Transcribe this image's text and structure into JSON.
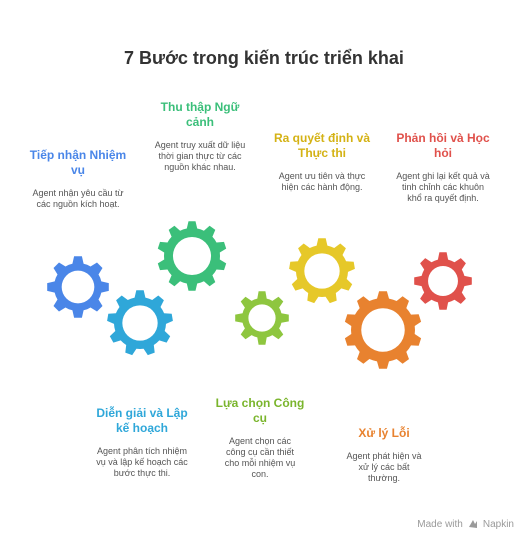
{
  "title": "7 Bước trong kiến trúc triển khai",
  "colors": {
    "blue": "#4a86e8",
    "cyan": "#2fa7d9",
    "green": "#3bbf7a",
    "lime": "#8ec63f",
    "yellow": "#e6c829",
    "orange": "#e8822f",
    "red": "#e0514b"
  },
  "steps": [
    {
      "title": "Tiếp nhận Nhiệm vụ",
      "desc": "Agent nhận yêu cầu từ các nguồn kích hoạt.",
      "color": "#4a86e8"
    },
    {
      "title": "Diễn giải và Lập kế hoạch",
      "desc": "Agent phân tích nhiệm vụ và lập kế hoạch các bước thực thi.",
      "color": "#2fa7d9"
    },
    {
      "title": "Thu thập Ngữ cảnh",
      "desc": "Agent truy xuất dữ liệu thời gian thực từ các nguồn khác nhau.",
      "color": "#3bbf7a"
    },
    {
      "title": "Lựa chọn Công cụ",
      "desc": "Agent chọn các công cụ cần thiết cho mỗi nhiệm vụ con.",
      "color": "#8ec63f"
    },
    {
      "title": "Ra quyết định và Thực thi",
      "desc": "Agent ưu tiên và thực hiện các hành động.",
      "color": "#e6c829"
    },
    {
      "title": "Xử lý Lỗi",
      "desc": "Agent phát hiện và xử lý các bất thường.",
      "color": "#e8822f"
    },
    {
      "title": "Phản hồi và Học hỏi",
      "desc": "Agent ghi lại kết quả và tinh chỉnh các khuôn khổ ra quyết định.",
      "color": "#e0514b"
    }
  ],
  "brand": "Made with",
  "brand_name": "Napkin"
}
